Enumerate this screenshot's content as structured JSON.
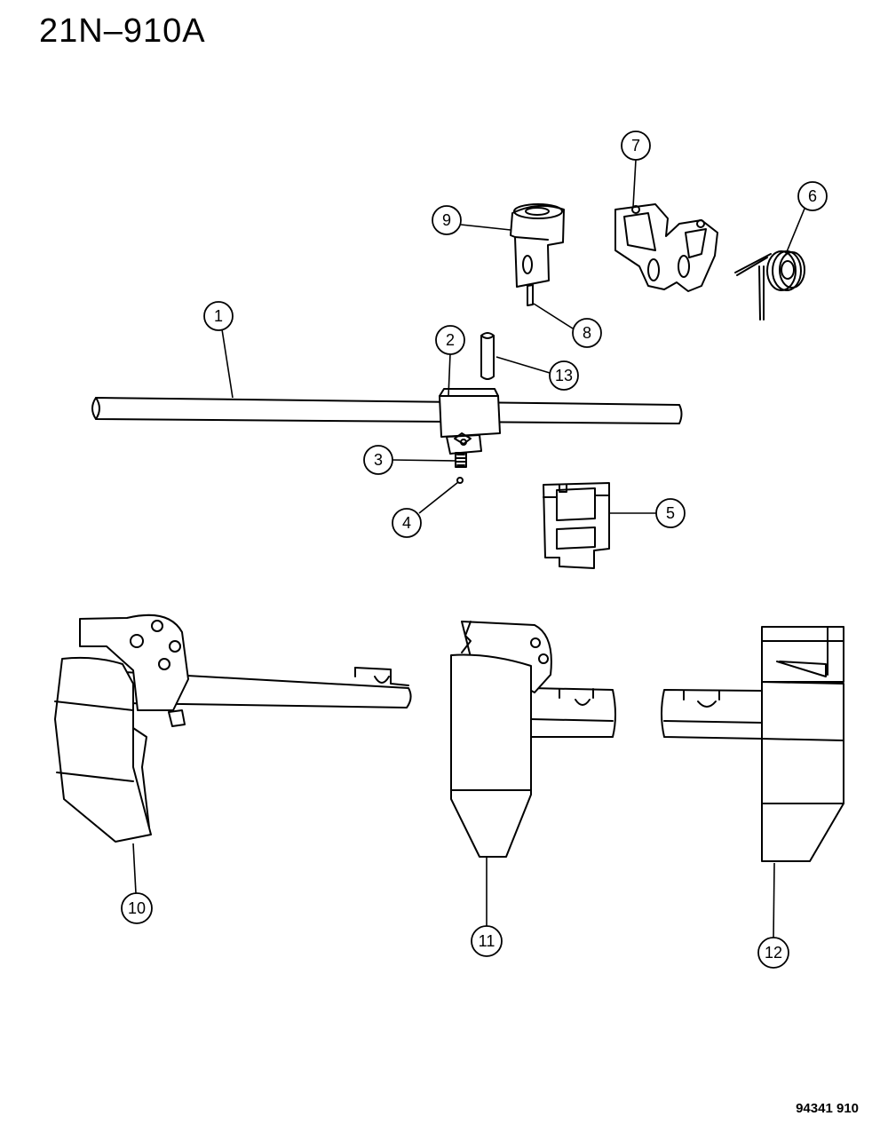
{
  "header": {
    "page_code": "21N–910A"
  },
  "footer": {
    "doc_number": "94341 910"
  },
  "callouts": {
    "c1": "1",
    "c2": "2",
    "c3": "3",
    "c4": "4",
    "c5": "5",
    "c6": "6",
    "c7": "7",
    "c8": "8",
    "c9": "9",
    "c10": "10",
    "c11": "11",
    "c12": "12",
    "c13": "13"
  }
}
